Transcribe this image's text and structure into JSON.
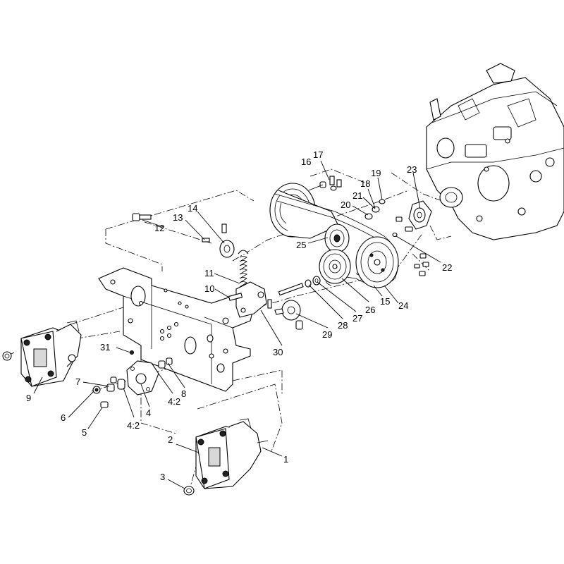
{
  "diagram": {
    "callouts": [
      {
        "id": "c1",
        "text": "1"
      },
      {
        "id": "c2",
        "text": "2"
      },
      {
        "id": "c3",
        "text": "3"
      },
      {
        "id": "c4",
        "text": "4"
      },
      {
        "id": "c4_2a",
        "text": "4:2"
      },
      {
        "id": "c4_2b",
        "text": "4:2"
      },
      {
        "id": "c5",
        "text": "5"
      },
      {
        "id": "c6",
        "text": "6"
      },
      {
        "id": "c7",
        "text": "7"
      },
      {
        "id": "c8",
        "text": "8"
      },
      {
        "id": "c9",
        "text": "9"
      },
      {
        "id": "c10",
        "text": "10"
      },
      {
        "id": "c11",
        "text": "11"
      },
      {
        "id": "c12",
        "text": "12"
      },
      {
        "id": "c13",
        "text": "13"
      },
      {
        "id": "c14",
        "text": "14"
      },
      {
        "id": "c15",
        "text": "15"
      },
      {
        "id": "c16",
        "text": "16"
      },
      {
        "id": "c17",
        "text": "17"
      },
      {
        "id": "c18",
        "text": "18"
      },
      {
        "id": "c19",
        "text": "19"
      },
      {
        "id": "c20",
        "text": "20"
      },
      {
        "id": "c21",
        "text": "21"
      },
      {
        "id": "c22",
        "text": "22"
      },
      {
        "id": "c23",
        "text": "23"
      },
      {
        "id": "c24",
        "text": "24"
      },
      {
        "id": "c25",
        "text": "25"
      },
      {
        "id": "c26",
        "text": "26"
      },
      {
        "id": "c27",
        "text": "27"
      },
      {
        "id": "c28",
        "text": "28"
      },
      {
        "id": "c29",
        "text": "29"
      },
      {
        "id": "c30",
        "text": "30"
      },
      {
        "id": "c31",
        "text": "31"
      }
    ]
  }
}
